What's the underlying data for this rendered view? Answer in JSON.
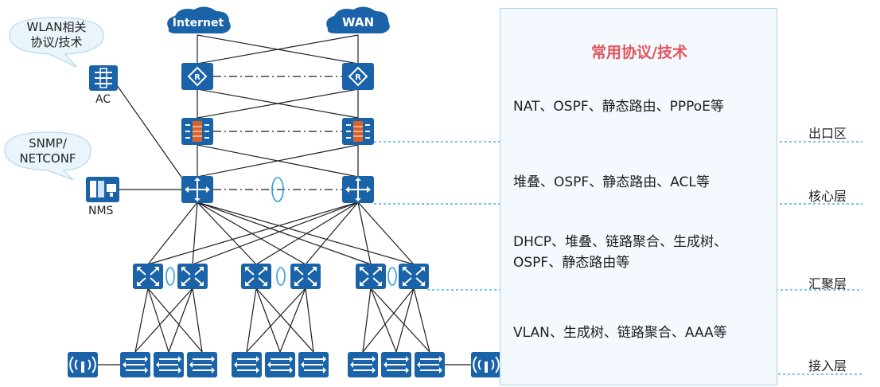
{
  "clouds": {
    "internet": "Internet",
    "wan": "WAN"
  },
  "panel": {
    "title": "常用协议/技术",
    "egress": "NAT、OSPF、静态路由、PPPoE等",
    "core": "堆叠、OSPF、静态路由、ACL等",
    "aggregation_line1": "DHCP、堆叠、链路聚合、生成树、",
    "aggregation_line2": "OSPF、静态路由等",
    "access": "VLAN、生成树、链路聚合、AAA等"
  },
  "layers": {
    "egress": "出口区",
    "core": "核心层",
    "aggregation": "汇聚层",
    "access": "接入层"
  },
  "bubbles": {
    "wlan_line1": "WLAN相关",
    "wlan_line2": "协议/技术",
    "snmp_line1": "SNMP/",
    "snmp_line2": "NETCONF"
  },
  "devices": {
    "ac": "AC",
    "nms": "NMS"
  },
  "colors": {
    "device": "#1a63a8",
    "line": "#1e1e1e",
    "dash": "#2aa0d8",
    "title": "#e0565b",
    "panel_bg": "#f3f9fe"
  }
}
